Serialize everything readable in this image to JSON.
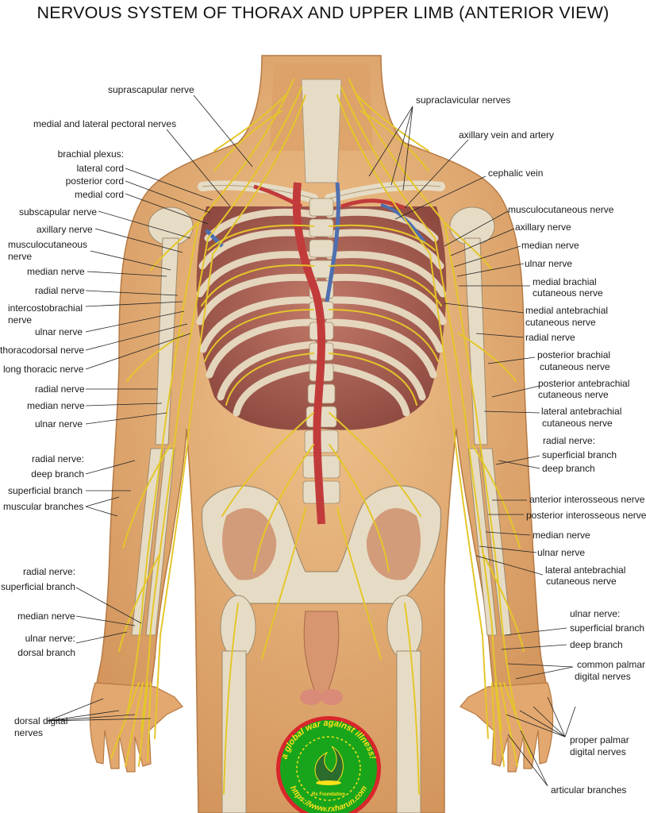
{
  "title": "NERVOUS SYSTEM OF THORAX AND UPPER LIMB (ANTERIOR VIEW)",
  "colors": {
    "skin": "#e9b27c",
    "skin_dark": "#c98a52",
    "bone": "#e6dcc6",
    "nerve": "#e4c62a",
    "artery": "#c23b3b",
    "vein": "#4e6fb0",
    "badge_green": "#18a51c",
    "badge_ring": "#d8262b",
    "badge_text": "#ffe11a"
  },
  "labels": {
    "suprascapular": "suprascapular nerve",
    "medial_lateral_pectoral": "medial and lateral pectoral nerves",
    "brachial_plexus": "brachial plexus:",
    "lateral_cord": "lateral cord",
    "posterior_cord": "posterior cord",
    "medial_cord": "medial cord",
    "subscapular": "subscapular nerve",
    "axillary_l": "axillary nerve",
    "musculocutaneous_l1": "musculocutaneous",
    "musculocutaneous_l2": "nerve",
    "median_l1": "median nerve",
    "radial_l1": "radial nerve",
    "intercostobrachial_1": "intercostobrachial",
    "intercostobrachial_2": "nerve",
    "ulnar_l1": "ulnar nerve",
    "thoracodorsal": "thoracodorsal nerve",
    "long_thoracic": "long thoracic nerve",
    "radial_l2": "radial nerve",
    "median_l2": "median nerve",
    "ulnar_l2": "ulnar nerve",
    "radial_deep_1": "radial nerve:",
    "radial_deep_2": "deep branch",
    "superficial_branch_l": "superficial branch",
    "muscular_branches": "muscular branches",
    "radial_sup_1": "radial nerve:",
    "radial_sup_2": "superficial branch",
    "median_l3": "median nerve",
    "ulnar_dorsal_1": "ulnar nerve:",
    "ulnar_dorsal_2": "dorsal branch",
    "dorsal_digital_1": "dorsal digital",
    "dorsal_digital_2": "nerves",
    "supraclavicular": "supraclavicular nerves",
    "axillary_vein_artery": "axillary vein and artery",
    "cephalic_vein": "cephalic vein",
    "musculocutaneous_r": "musculocutaneous nerve",
    "axillary_r": "axillary nerve",
    "median_r1": "median nerve",
    "ulnar_r1": "ulnar nerve",
    "medial_brachial_1": "medial brachial",
    "medial_brachial_2": "cutaneous nerve",
    "medial_antebrachial_1": "medial antebrachial",
    "medial_antebrachial_2": "cutaneous nerve",
    "radial_r1": "radial nerve",
    "posterior_brachial_1": "posterior brachial",
    "posterior_brachial_2": "cutaneous nerve",
    "posterior_antebrachial_1": "posterior antebrachial",
    "posterior_antebrachial_2": "cutaneous nerve",
    "lateral_antebrachial_1": "lateral antebrachial",
    "lateral_antebrachial_2": "cutaneous nerve",
    "radial_r_sup_1": "radial nerve:",
    "radial_r_sup_2": "superficial branch",
    "deep_branch_r": "deep branch",
    "anterior_interosseous": "anterior interosseous nerve",
    "posterior_interosseous": "posterior interosseous nerve",
    "median_r2": "median nerve",
    "ulnar_r2": "ulnar nerve",
    "lateral_antebrachial_b1": "lateral antebrachial",
    "lateral_antebrachial_b2": "cutaneous nerve",
    "ulnar_r_1": "ulnar nerve:",
    "ulnar_r_sup": "superficial branch",
    "ulnar_r_deep": "deep branch",
    "common_palmar_1": "common palmar",
    "common_palmar_2": "digital nerves",
    "proper_palmar_1": "proper palmar",
    "proper_palmar_2": "digital nerves",
    "articular": "articular branches"
  },
  "watermark": {
    "ring_text": "a global war against illness!",
    "url_text": "https://www.rxharun.com",
    "center_text": "Rx Foundation"
  }
}
